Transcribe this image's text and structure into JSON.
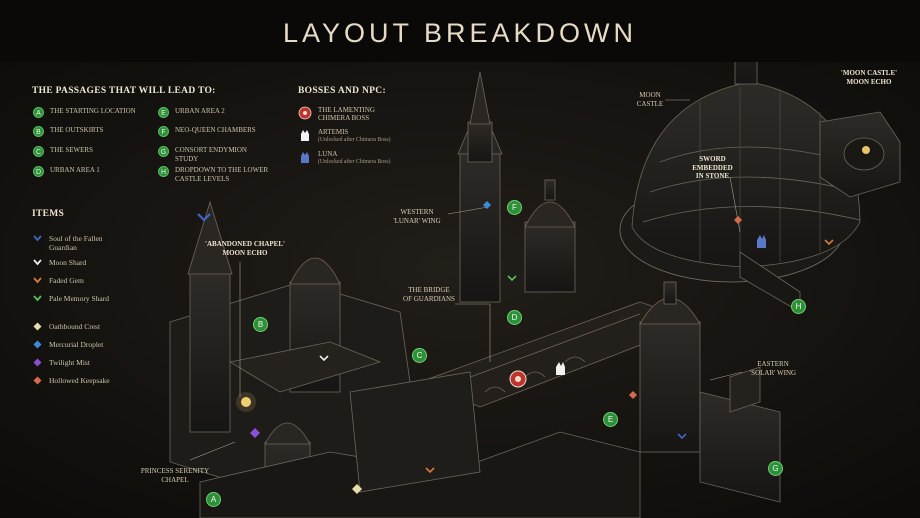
{
  "title": "LAYOUT BREAKDOWN",
  "passages": {
    "heading": "THE PASSAGES THAT WILL LEAD TO:",
    "items": [
      {
        "letter": "A",
        "label": "THE STARTING LOCATION"
      },
      {
        "letter": "B",
        "label": "THE OUTSKIRTS"
      },
      {
        "letter": "C",
        "label": "THE SEWERS"
      },
      {
        "letter": "D",
        "label": "URBAN AREA 1"
      },
      {
        "letter": "E",
        "label": "URBAN AREA 2"
      },
      {
        "letter": "F",
        "label": "NEO-QUEEN CHAMBERS"
      },
      {
        "letter": "G",
        "label": "CONSORT ENDYMION STUDY"
      },
      {
        "letter": "H",
        "label": "DROPDOWN TO THE LOWER CASTLE LEVELS"
      }
    ]
  },
  "bosses": {
    "heading": "BOSSES AND NPC:",
    "items": [
      {
        "name": "THE LAMENTING CHIMERA BOSS",
        "note": "",
        "icon": "chimera-boss-icon",
        "color": "#c0322c"
      },
      {
        "name": "ARTEMIS",
        "note": "(Unlocked after Chimera Boss)",
        "icon": "white-cat-icon",
        "color": "#f2f2f2"
      },
      {
        "name": "LUNA",
        "note": "(Unlocked after Chimera Boss)",
        "icon": "blue-cat-icon",
        "color": "#5a78c8"
      }
    ]
  },
  "items": {
    "heading": "ITEMS",
    "list": [
      {
        "label": "Soul of the Fallen Guardian",
        "shape": "chevron",
        "color": "#3e66c8"
      },
      {
        "label": "Moon Shard",
        "shape": "chevron",
        "color": "#ececec"
      },
      {
        "label": "Faded Gem",
        "shape": "chevron",
        "color": "#d9783a"
      },
      {
        "label": "Pale Memory Shard",
        "shape": "chevron",
        "color": "#59c05e"
      },
      {
        "label": "Oathbound Crest",
        "shape": "diamond",
        "color": "#e9dcae"
      },
      {
        "label": "Mercurial Droplet",
        "shape": "diamond",
        "color": "#3d8ad8"
      },
      {
        "label": "Twilight Mist",
        "shape": "diamond",
        "color": "#8b4fd6"
      },
      {
        "label": "Hollowed Keepsake",
        "shape": "diamond",
        "color": "#d56a4c"
      }
    ]
  },
  "annotations": {
    "chapel_echo_1": "'ABANDONED CHAPEL'",
    "chapel_echo_2": "MOON ECHO",
    "moon_castle_echo_1": "'MOON CASTLE'",
    "moon_castle_echo_2": "MOON ECHO",
    "moon_castle_1": "MOON",
    "moon_castle_2": "CASTLE",
    "sword_1": "SWORD",
    "sword_2": "EMBEDDED",
    "sword_3": "IN STONE",
    "west_wing_1": "WESTERN",
    "west_wing_2": "'LUNAR' WING",
    "bridge_1": "THE BRIDGE",
    "bridge_2": "OF GUARDIANS",
    "east_wing_1": "EASTERN",
    "east_wing_2": "'SOLAR' WING",
    "serenity_1": "PRINCESS SERENITY",
    "serenity_2": "CHAPEL"
  },
  "map_markers": [
    "A",
    "B",
    "C",
    "D",
    "E",
    "F",
    "G",
    "H"
  ]
}
